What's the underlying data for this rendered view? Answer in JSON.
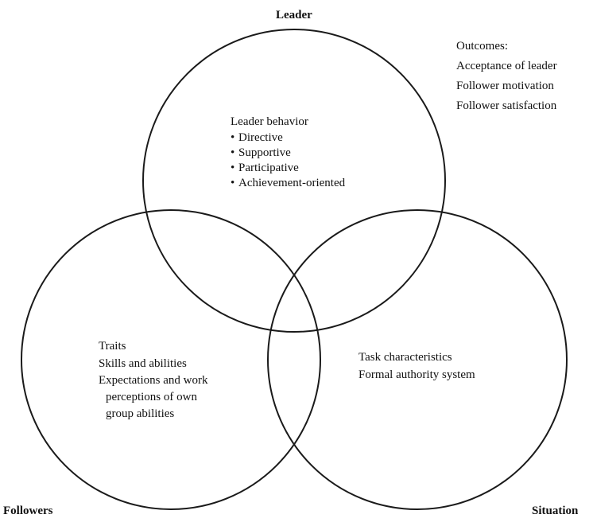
{
  "labels": {
    "leader": "Leader",
    "followers": "Followers",
    "situation": "Situation"
  },
  "outcomes": {
    "title": "Outcomes:",
    "items": [
      "Acceptance of leader",
      "Follower motivation",
      "Follower satisfaction"
    ]
  },
  "leader_behavior": {
    "title": "Leader behavior",
    "bullet": "•",
    "items": [
      "Directive",
      "Supportive",
      "Participative",
      "Achievement-oriented"
    ]
  },
  "followers_block": {
    "items": [
      "Traits",
      "Skills and abilities",
      "Expectations and work",
      "perceptions of own",
      "group abilities"
    ]
  },
  "situation_block": {
    "items": [
      "Task characteristics",
      "Formal authority system"
    ]
  }
}
